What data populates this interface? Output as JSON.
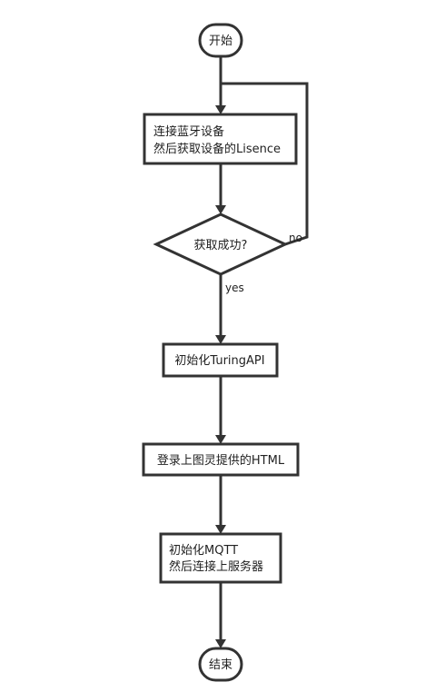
{
  "nodes": {
    "start": {
      "text": "开始"
    },
    "connect": {
      "line1": "连接蓝牙设备",
      "line2": "然后获取设备的Lisence"
    },
    "decision": {
      "text": "获取成功?"
    },
    "init_turing": {
      "text": "初始化TuringAPI"
    },
    "login": {
      "text": "登录上图灵提供的HTML"
    },
    "init_mqtt": {
      "line1": "初始化MQTT",
      "line2": "然后连接上服务器"
    },
    "end": {
      "text": "结束"
    }
  },
  "edges": {
    "no_label": "no",
    "yes_label": "yes"
  }
}
